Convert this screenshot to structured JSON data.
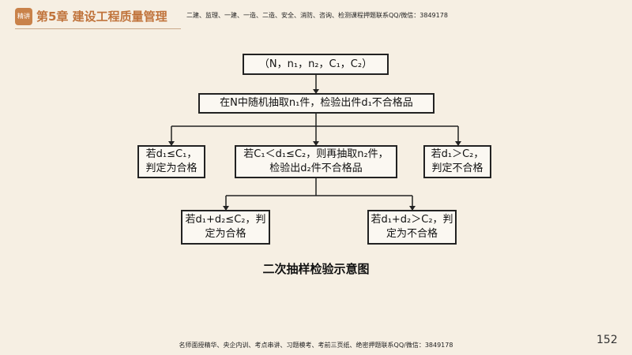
{
  "header": {
    "badge": "精讲",
    "chapter_title": "第5章 建设工程质量管理",
    "note": "二建、监理、一建、一造、二造、安全、消防、咨询、检测课程押题联系QQ/微信：3849178"
  },
  "diagram": {
    "top": "（N，n₁，n₂，C₁，C₂）",
    "step1": "在N中随机抽取n₁件，检验出件d₁不合格品",
    "left": [
      "若d₁≤C₁，",
      "判定为合格"
    ],
    "middle": [
      "若C₁＜d₁≤C₂，则再抽取n₂件，",
      "检验出d₂件不合格品"
    ],
    "right": [
      "若d₁＞C₂，",
      "判定不合格"
    ],
    "bottom_left": [
      "若d₁+d₂≤C₂，判",
      "定为合格"
    ],
    "bottom_right": [
      "若d₁+d₂＞C₂，判",
      "定为不合格"
    ],
    "caption": "二次抽样检验示意图"
  },
  "footer": {
    "note": "名师面授精华、央企内训、考点串讲、习题模考、考前三页纸、绝密押题联系QQ/微信：3849178",
    "page_number": "152"
  }
}
